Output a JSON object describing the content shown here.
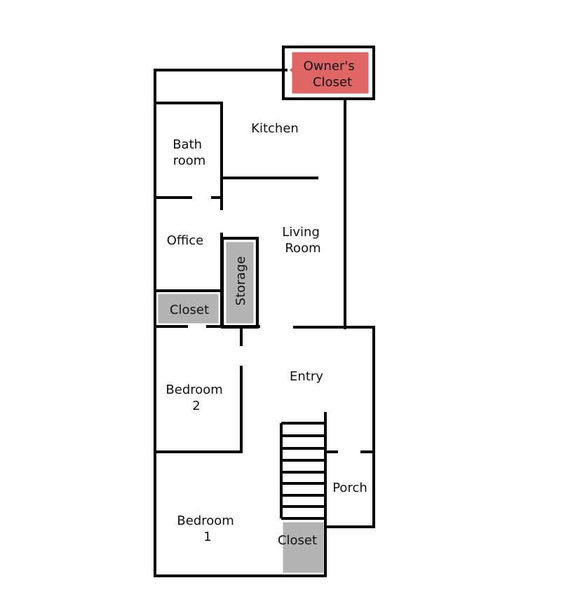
{
  "colors": {
    "wall": "#000000",
    "closet_fill": "#b3b3b3",
    "owners_closet_fill": "#e06666",
    "background": "#ffffff"
  },
  "rooms": {
    "owners_closet": [
      "Owner's",
      "Closet"
    ],
    "kitchen": [
      "Kitchen"
    ],
    "bathroom": [
      "Bath",
      "room"
    ],
    "office": [
      "Office"
    ],
    "living_room": [
      "Living",
      "Room"
    ],
    "storage": [
      "Storage"
    ],
    "closet_office": [
      "Closet"
    ],
    "entry": [
      "Entry"
    ],
    "bedroom_2": [
      "Bedroom",
      "2"
    ],
    "porch": [
      "Porch"
    ],
    "bedroom_1": [
      "Bedroom",
      "1"
    ],
    "closet_bedroom_1": [
      "Closet"
    ]
  }
}
